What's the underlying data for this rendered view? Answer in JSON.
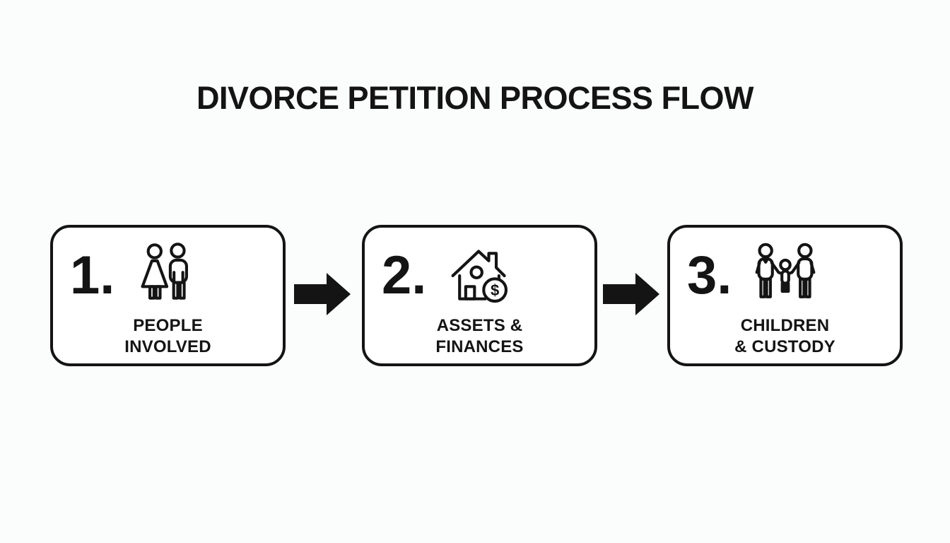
{
  "page": {
    "title": "DIVORCE PETITION PROCESS FLOW",
    "background_color": "#fbfcfc",
    "ink_color": "#141414",
    "box_background": "#ffffff"
  },
  "flow": {
    "steps": [
      {
        "number": "1.",
        "icon": "couple-icon",
        "label_line1": "PEOPLE",
        "label_line2": "INVOLVED"
      },
      {
        "number": "2.",
        "icon": "house-dollar-coin-icon",
        "label_line1": "ASSETS &",
        "label_line2": "FINANCES",
        "coin_symbol": "$"
      },
      {
        "number": "3.",
        "icon": "family-with-child-icon",
        "label_line1": "CHILDREN",
        "label_line2": "& CUSTODY"
      }
    ],
    "connector_icon": "arrow-right"
  }
}
